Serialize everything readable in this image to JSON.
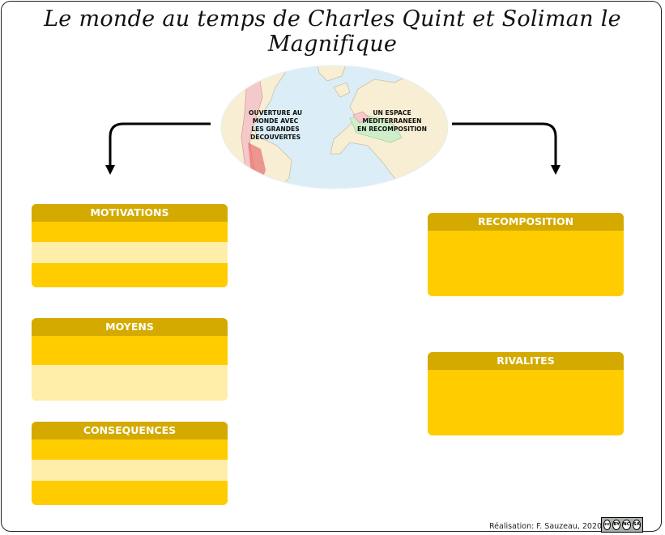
{
  "title": "Le monde au temps de Charles Quint et Soliman le Magnifique",
  "globe": {
    "left_label": "OUVERTURE AU\nMONDE AVEC\nLES GRANDES\nDECOUVERTES",
    "right_label": "UN ESPACE\nMEDITERRANEEN\nEN RECOMPOSITION"
  },
  "boxes": {
    "motivations": {
      "title": "MOTIVATIONS"
    },
    "moyens": {
      "title": "MOYENS"
    },
    "consequences": {
      "title": "CONSEQUENCES"
    },
    "recomposition": {
      "title": "RECOMPOSITION"
    },
    "rivalites": {
      "title": "RIVALITES"
    }
  },
  "footer": {
    "credit": "Réalisation: F. Sauzeau, 2020"
  },
  "license": {
    "cc": "cc",
    "by": "BY",
    "nc": "NC",
    "sa": "SA"
  },
  "colors": {
    "header": "#d4aa00",
    "box": "#ffcc00",
    "box_light": "#ffeeaa"
  }
}
